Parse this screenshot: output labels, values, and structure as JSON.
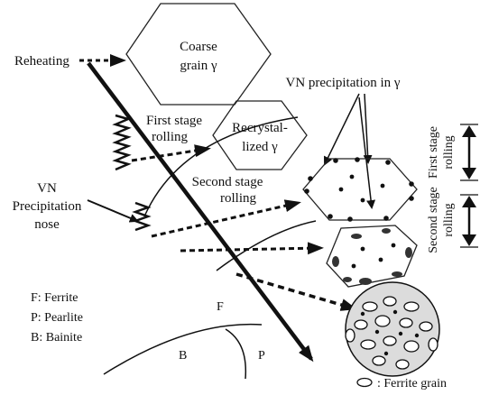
{
  "labels": {
    "reheating": "Reheating",
    "coarse_grain_line1": "Coarse",
    "coarse_grain_line2": "grain γ",
    "first_stage_line1": "First stage",
    "first_stage_line2": "rolling",
    "recrystallized_line1": "Recrystal-",
    "recrystallized_line2": "lized γ",
    "vn_precip_in_gamma": "VN precipitation in γ",
    "vn_nose_line1": "VN",
    "vn_nose_line2": "Precipitation",
    "vn_nose_line3": "nose",
    "second_stage_line1": "Second stage",
    "second_stage_line2": "rolling",
    "right_first_stage_line1": "First stage",
    "right_first_stage_line2": "rolling",
    "right_second_stage_line1": "Second stage",
    "right_second_stage_line2": "rolling",
    "legend_f": "F: Ferrite",
    "legend_p": "P: Pearlite",
    "legend_b": "B: Bainite",
    "region_f": "F",
    "region_b": "B",
    "region_p": "P",
    "ferrite_grain_legend": ": Ferrite grain"
  },
  "colors": {
    "ink": "#111111",
    "background": "#ffffff"
  }
}
